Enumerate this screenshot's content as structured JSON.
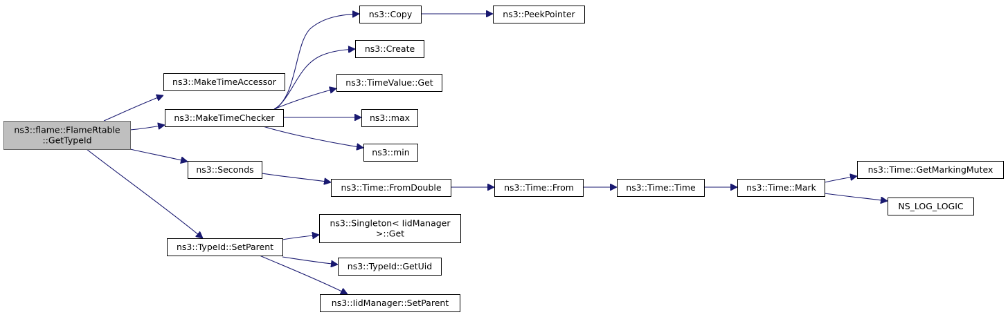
{
  "graph": {
    "root": "n_root",
    "colors": {
      "edge": "#191970",
      "root_fill": "#bfbfbf",
      "node_fill": "#ffffff",
      "root_border": "#666666"
    },
    "nodes": [
      {
        "id": "n_root",
        "lines": [
          "ns3::flame::FlameRtable",
          "::GetTypeId"
        ],
        "root": true
      },
      {
        "id": "n_mta",
        "lines": [
          "ns3::MakeTimeAccessor"
        ]
      },
      {
        "id": "n_mtc",
        "lines": [
          "ns3::MakeTimeChecker"
        ]
      },
      {
        "id": "n_sec",
        "lines": [
          "ns3::Seconds"
        ]
      },
      {
        "id": "n_tsp",
        "lines": [
          "ns3::TypeId::SetParent"
        ]
      },
      {
        "id": "n_copy",
        "lines": [
          "ns3::Copy"
        ]
      },
      {
        "id": "n_peek",
        "lines": [
          "ns3::PeekPointer"
        ]
      },
      {
        "id": "n_create",
        "lines": [
          "ns3::Create"
        ]
      },
      {
        "id": "n_tvg",
        "lines": [
          "ns3::TimeValue::Get"
        ]
      },
      {
        "id": "n_max",
        "lines": [
          "ns3::max"
        ]
      },
      {
        "id": "n_min",
        "lines": [
          "ns3::min"
        ]
      },
      {
        "id": "n_tfd",
        "lines": [
          "ns3::Time::FromDouble"
        ]
      },
      {
        "id": "n_tfrom",
        "lines": [
          "ns3::Time::From"
        ]
      },
      {
        "id": "n_ttime",
        "lines": [
          "ns3::Time::Time"
        ]
      },
      {
        "id": "n_tmark",
        "lines": [
          "ns3::Time::Mark"
        ]
      },
      {
        "id": "n_tgmm",
        "lines": [
          "ns3::Time::GetMarkingMutex"
        ]
      },
      {
        "id": "n_nll",
        "lines": [
          "NS_LOG_LOGIC"
        ]
      },
      {
        "id": "n_sig",
        "lines": [
          "ns3::Singleton< IidManager",
          ">::Get"
        ]
      },
      {
        "id": "n_tgu",
        "lines": [
          "ns3::TypeId::GetUid"
        ]
      },
      {
        "id": "n_imsp",
        "lines": [
          "ns3::IidManager::SetParent"
        ]
      }
    ],
    "edges": [
      {
        "from": "n_root",
        "to": "n_mta"
      },
      {
        "from": "n_root",
        "to": "n_mtc"
      },
      {
        "from": "n_root",
        "to": "n_sec"
      },
      {
        "from": "n_root",
        "to": "n_tsp"
      },
      {
        "from": "n_mtc",
        "to": "n_copy"
      },
      {
        "from": "n_copy",
        "to": "n_peek"
      },
      {
        "from": "n_mtc",
        "to": "n_create"
      },
      {
        "from": "n_mtc",
        "to": "n_tvg"
      },
      {
        "from": "n_mtc",
        "to": "n_max"
      },
      {
        "from": "n_mtc",
        "to": "n_min"
      },
      {
        "from": "n_sec",
        "to": "n_tfd"
      },
      {
        "from": "n_tfd",
        "to": "n_tfrom"
      },
      {
        "from": "n_tfrom",
        "to": "n_ttime"
      },
      {
        "from": "n_ttime",
        "to": "n_tmark"
      },
      {
        "from": "n_tmark",
        "to": "n_tgmm"
      },
      {
        "from": "n_tmark",
        "to": "n_nll"
      },
      {
        "from": "n_tsp",
        "to": "n_sig"
      },
      {
        "from": "n_tsp",
        "to": "n_tgu"
      },
      {
        "from": "n_tsp",
        "to": "n_imsp"
      }
    ]
  }
}
